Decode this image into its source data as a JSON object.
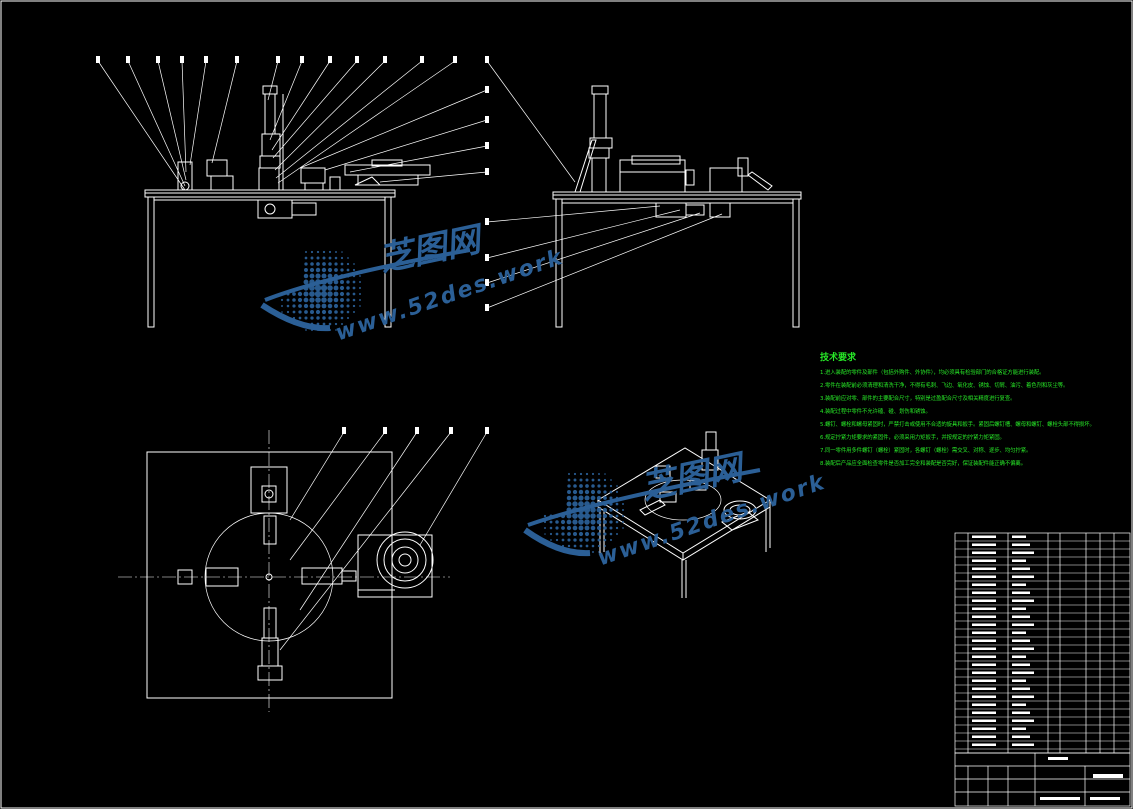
{
  "watermark": {
    "brand": "芝图网",
    "url": "www.52des.work"
  },
  "technical_requirements": {
    "title": "技术要求",
    "lines": [
      "1.进入装配的零件及部件（包括外购件、外协件），均必须具有检验部门的合格证方能进行装配。",
      "2.零件在装配前必须清理和清洗干净，不得有毛刺、飞边、氧化皮、锈蚀、切屑、油污、着色剂和灰尘等。",
      "3.装配前应对零、部件的主要配合尺寸，特别是过盈配合尺寸及相关精度进行复查。",
      "4.装配过程中零件不允许磕、碰、划伤和锈蚀。",
      "5.螺钉、螺栓和螺母紧固时，严禁打击或使用不合适的旋具和扳手。紧固后螺钉槽、螺母和螺钉、螺栓头部不得损坏。",
      "6.规定拧紧力矩要求的紧固件，必须采用力矩扳手，并按规定的拧紧力矩紧固。",
      "7.同一零件用多件螺钉（螺栓）紧固时，各螺钉（螺栓）需交叉、对称、逐步、均匀拧紧。",
      "8.装配后产品应全面检查零件是否加工完全和装配是否完好，保证装配件能正确不偏离。"
    ]
  },
  "colors": {
    "line": "#ffffff",
    "notes": "#27e827",
    "watermark": "#2b5f96"
  }
}
